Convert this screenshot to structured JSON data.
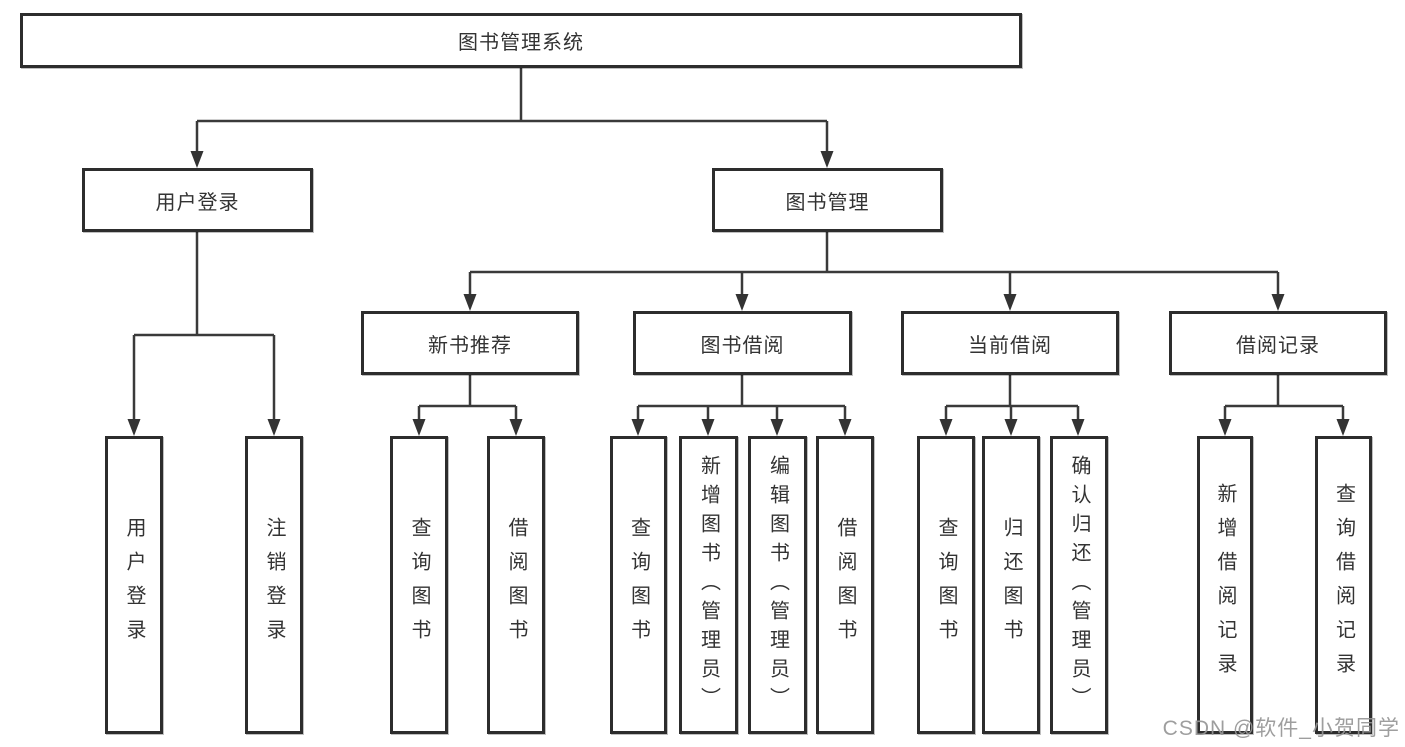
{
  "tree": {
    "label": "图书管理系统",
    "children": [
      {
        "label": "用户登录",
        "children": [
          {
            "label": "用户登录"
          },
          {
            "label": "注销登录"
          }
        ]
      },
      {
        "label": "图书管理",
        "children": [
          {
            "label": "新书推荐",
            "children": [
              {
                "label": "查询图书"
              },
              {
                "label": "借阅图书"
              }
            ]
          },
          {
            "label": "图书借阅",
            "children": [
              {
                "label": "查询图书"
              },
              {
                "label": "新增图书（管理员）"
              },
              {
                "label": "编辑图书（管理员）"
              },
              {
                "label": "借阅图书"
              }
            ]
          },
          {
            "label": "当前借阅",
            "children": [
              {
                "label": "查询图书"
              },
              {
                "label": "归还图书"
              },
              {
                "label": "确认归还（管理员）"
              }
            ]
          },
          {
            "label": "借阅记录",
            "children": [
              {
                "label": "新增借阅记录"
              },
              {
                "label": "查询借阅记录"
              }
            ]
          }
        ]
      }
    ]
  },
  "watermark": {
    "text": "CSDN @软件_小贺同学"
  },
  "colors": {
    "line": "#3a3a3a",
    "box_border": "#2d2d2d",
    "text": "#333333",
    "watermark": "#9e9e9e",
    "background": "#ffffff"
  }
}
